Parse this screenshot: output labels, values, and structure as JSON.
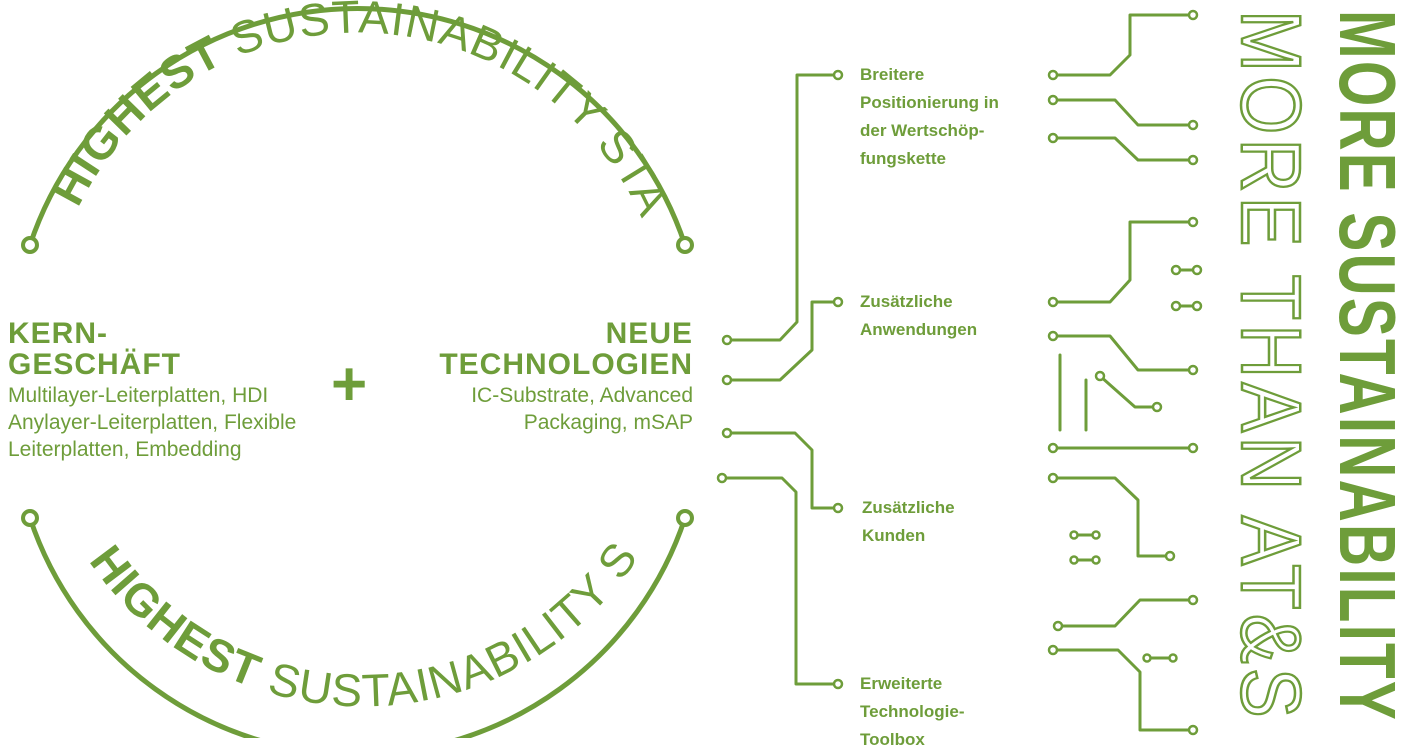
{
  "arc_top": {
    "bold": "HIGHEST",
    "thin": " SUSTAINABILITY STANDARDS"
  },
  "arc_bottom": {
    "bold": "HIGHEST",
    "thin": " SUSTAINABILITY STANDARDS"
  },
  "left_block": {
    "heading_line1": "KERN-",
    "heading_line2": "GESCHÄFT",
    "text_line1": "Multilayer-Leiterplatten, HDI",
    "text_line2": "Anylayer-Leiterplatten, Flexible",
    "text_line3": "Leiterplatten, Embedding"
  },
  "plus_sign": "+",
  "right_block": {
    "heading_line1": "NEUE",
    "heading_line2": "TECHNOLOGIEN",
    "text_line1": "IC-Substrate, Advanced",
    "text_line2": "Packaging, mSAP"
  },
  "branches": [
    {
      "label": "Breitere\nPositionierung in\nder Wertschöp-\nfungskette"
    },
    {
      "label": "Zusätzliche\nAnwendungen"
    },
    {
      "label": "Zusätzliche\nKunden"
    },
    {
      "label": "Erweiterte\nTechnologie-\nToolbox"
    }
  ],
  "vertical_outline_text": "MORE THAN AT&S",
  "vertical_solid_text": "MORE SUSTAINABILITY",
  "colors": {
    "accent": "#6e9d3a",
    "background": "#ffffff"
  }
}
